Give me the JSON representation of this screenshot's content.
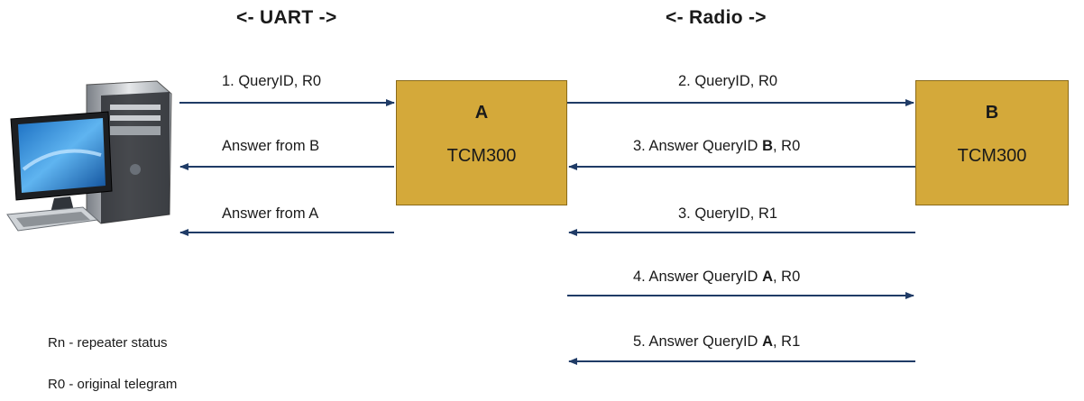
{
  "headers": {
    "uart": "<- UART ->",
    "radio": "<- Radio ->"
  },
  "nodes": {
    "a": {
      "id": "A",
      "name": "TCM300"
    },
    "b": {
      "id": "B",
      "name": "TCM300"
    }
  },
  "uart_messages": {
    "m1": "1. QueryID, R0",
    "m2": "Answer from B",
    "m3": "Answer from A"
  },
  "radio_messages": {
    "m1": "2. QueryID, R0",
    "m2": {
      "pre": "3. Answer QueryID ",
      "bold": "B",
      "post": ", R0"
    },
    "m3": "3. QueryID, R1",
    "m4": {
      "pre": "4. Answer QueryID ",
      "bold": "A",
      "post": ", R0"
    },
    "m5": {
      "pre": "5. Answer QueryID ",
      "bold": "A",
      "post": ", R1"
    }
  },
  "legend": {
    "rn": "Rn - repeater status",
    "r0": "R0 - original telegram"
  },
  "colors": {
    "box_fill": "#d4a93a",
    "arrow": "#1f3b66"
  },
  "icons": {
    "computer": "desktop-computer-icon"
  }
}
